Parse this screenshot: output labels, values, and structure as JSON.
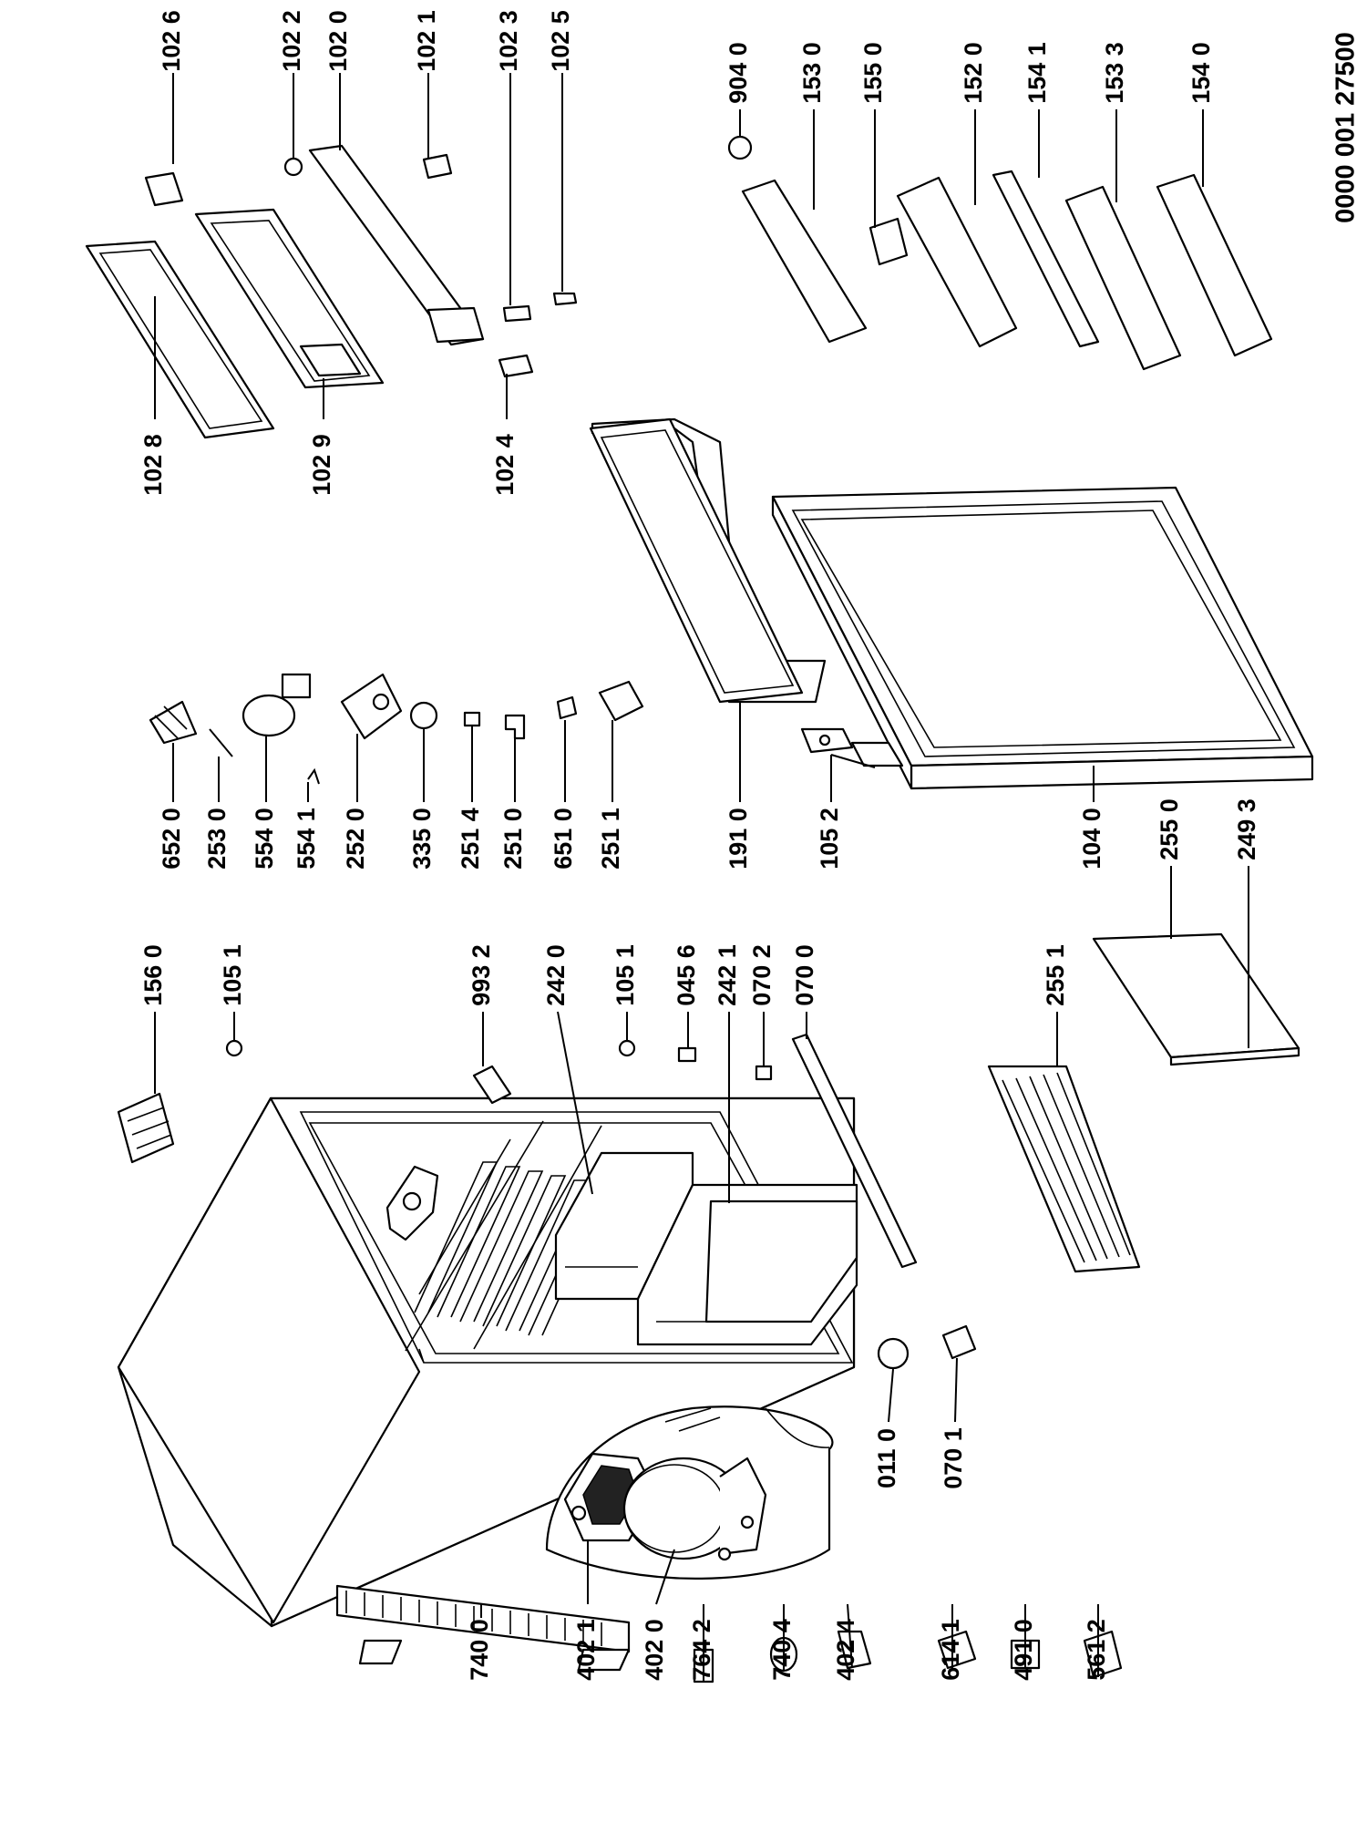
{
  "document_number": "0000 001 27500",
  "labels": [
    "102 6",
    "102 2",
    "102 0",
    "102 1",
    "102 3",
    "102 5",
    "102 8",
    "102 9",
    "102 4",
    "904 0",
    "153 0",
    "155 0",
    "152 0",
    "154 1",
    "153 3",
    "154 0",
    "652 0",
    "253 0",
    "554 0",
    "554 1",
    "252 0",
    "335 0",
    "251 4",
    "251 0",
    "651 0",
    "251 1",
    "191 0",
    "105 2",
    "104 0",
    "255 0",
    "249 3",
    "156 0",
    "105 1",
    "993 2",
    "242 0",
    "105 1",
    "045 6",
    "242 1",
    "070 2",
    "070 0",
    "255 1",
    "740 0",
    "402 1",
    "402 0",
    "764 2",
    "740 4",
    "402 4",
    "614 1",
    "491 0",
    "561 2",
    "011 0",
    "070 1"
  ]
}
